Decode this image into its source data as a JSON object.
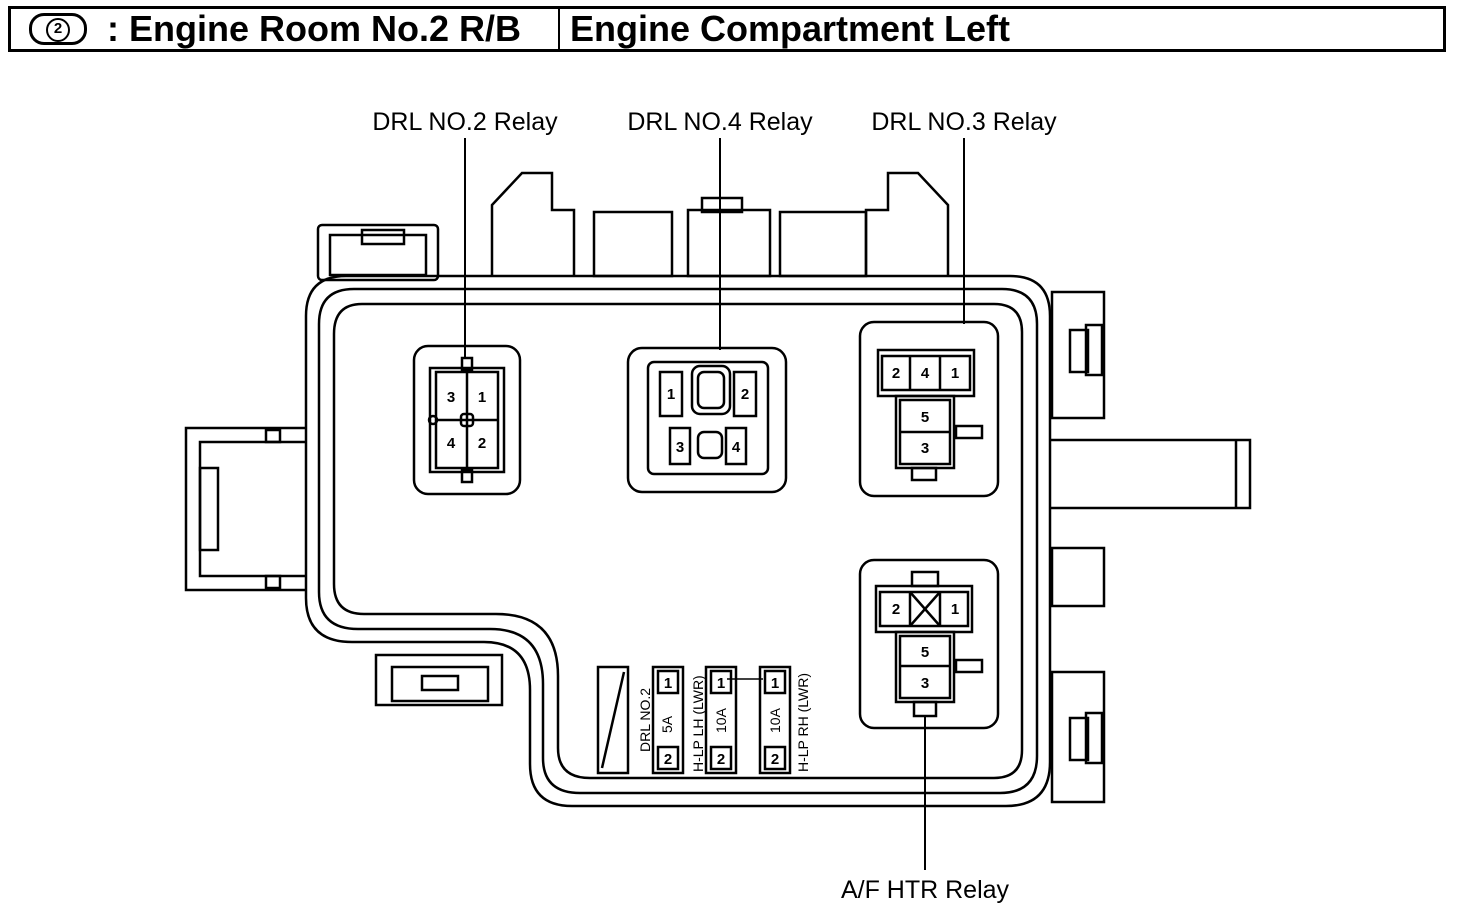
{
  "header": {
    "badge_number": "2",
    "title_left": ": Engine Room No.2 R/B",
    "title_right": "Engine Compartment Left"
  },
  "labels": {
    "drl_no2": "DRL NO.2 Relay",
    "drl_no4": "DRL NO.4 Relay",
    "drl_no3": "DRL NO.3 Relay",
    "af_htr": "A/F HTR Relay"
  },
  "relay_drl2": {
    "pins": [
      "3",
      "1",
      "4",
      "2"
    ]
  },
  "relay_drl4": {
    "pins": [
      "1",
      "2",
      "3",
      "4"
    ]
  },
  "relay_drl3": {
    "pins": [
      "2",
      "4",
      "1",
      "5",
      "3"
    ]
  },
  "relay_afhtr": {
    "pins": [
      "2",
      "1",
      "5",
      "3"
    ]
  },
  "fuses": [
    {
      "name": "DRL NO.2",
      "amp": "5A",
      "pin_top": "1",
      "pin_bottom": "2"
    },
    {
      "name": "H-LP LH (LWR)",
      "amp": "10A",
      "pin_top": "1",
      "pin_bottom": "2"
    },
    {
      "name": "H-LP RH (LWR)",
      "amp": "10A",
      "pin_top": "1",
      "pin_bottom": "2"
    }
  ]
}
